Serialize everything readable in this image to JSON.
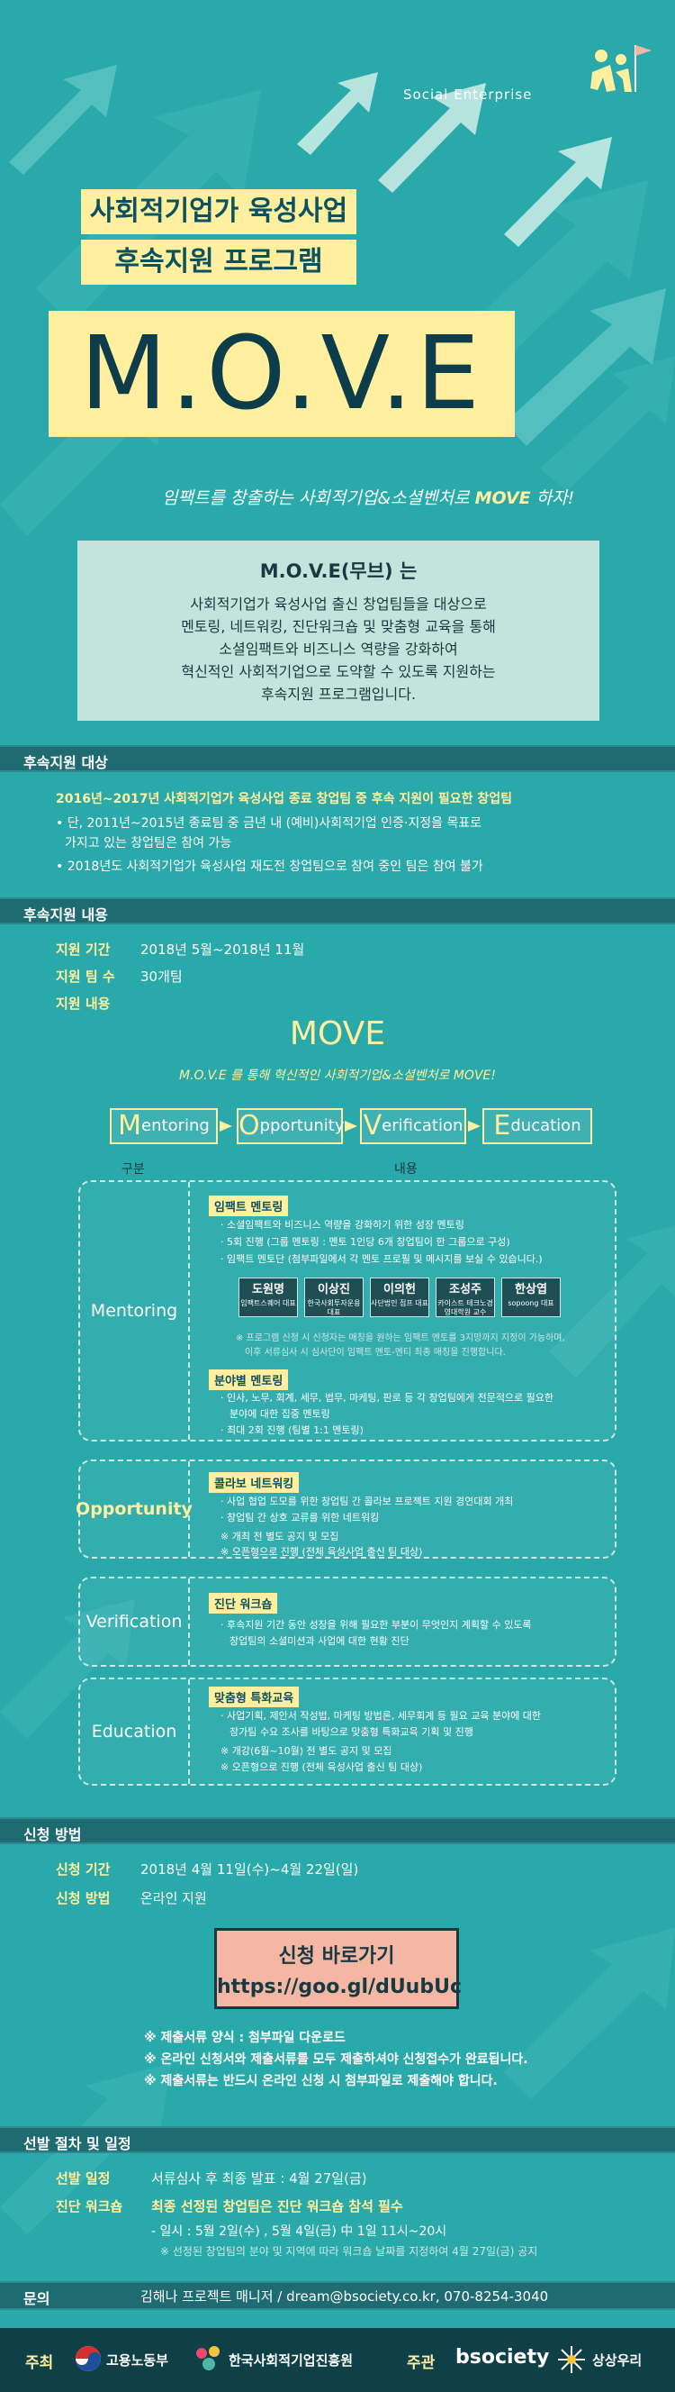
{
  "header": {
    "social_enterprise": "Social Enterprise",
    "title_line1": "사회적기업가 육성사업",
    "title_line2": "후속지원 프로그램",
    "program_name": "M.O.V.E",
    "slogan_prefix": "임팩트를 창출하는 사회적기업&소셜벤처로 ",
    "slogan_highlight": "MOVE",
    "slogan_suffix": " 하자!"
  },
  "intro": {
    "title": "M.O.V.E(무브) 는",
    "lines": [
      "사회적기업가 육성사업 출신 창업팀들을 대상으로",
      "멘토링, 네트워킹, 진단워크숍 및 맞춤형 교육을 통해",
      "소셜임팩트와 비즈니스 역량을 강화하여",
      "혁신적인 사회적기업으로 도약할 수 있도록 지원하는",
      "후속지원 프로그램입니다."
    ]
  },
  "target": {
    "heading": "후속지원 대상",
    "highlight": "2016년~2017년 사회적기업가 육성사업 종료 창업팀 중 후속 지원이 필요한 창업팀",
    "bullet1_line1": "• 단, 2011년~2015년 종료팀 중 금년 내 (예비)사회적기업 인증·지정을 목표로",
    "bullet1_line2": "가지고 있는 창업팀은 참여 가능",
    "bullet2": "• 2018년도 사회적기업가 육성사업 재도전 창업팀으로 참여 중인 팀은 참여 불가"
  },
  "content": {
    "heading": "후속지원 내용",
    "period_label": "지원 기간",
    "period_value": "2018년 5월~2018년 11월",
    "teams_label": "지원 팀 수",
    "teams_value": "30개팀",
    "details_label": "지원 내용"
  },
  "move_diagram": {
    "title": "MOVE",
    "subtitle": "M.O.V.E 를 통해 혁신적인 사회적기업&소셜벤처로 MOVE!",
    "boxes": [
      {
        "initial": "M",
        "rest": "entoring"
      },
      {
        "initial": "O",
        "rest": "pportunity"
      },
      {
        "initial": "V",
        "rest": "erification"
      },
      {
        "initial": "E",
        "rest": "ducation"
      }
    ],
    "col_category": "구분",
    "col_content": "내용"
  },
  "mentoring": {
    "label": "Mentoring",
    "impact_tag": "임팩트 멘토링",
    "impact_lines": [
      "· 소셜임팩트와 비즈니스 역량을 강화하기 위한 성장 멘토링",
      "· 5회 진행 (그룹 멘토링 : 멘토 1인당 6개 창업팀이 한 그룹으로 구성)",
      "· 임팩트 멘토단 (첨부파일에서 각 멘토 프로필 및 메시지를 보실 수 있습니다.)"
    ],
    "mentors": [
      {
        "name": "도원명",
        "desc": "임팩트스퀘어 대표"
      },
      {
        "name": "이상진",
        "desc": "한국사회투자운용 대표"
      },
      {
        "name": "이의헌",
        "desc": "사단법인 점프 대표"
      },
      {
        "name": "조성주",
        "desc": "카이스트 테크노경영대학원 교수"
      },
      {
        "name": "한상엽",
        "desc": "sopoong 대표"
      }
    ],
    "impact_note1": "※ 프로그램 신청 시 신청자는 매칭을 원하는 임팩트 멘토를 3지망까지 지정이 가능하며,",
    "impact_note2": "이후 서류심사 시 심사단이 임팩트 멘토-멘티 최종 매칭을 진행합니다.",
    "field_tag": "분야별 멘토링",
    "field_line1": "· 인사, 노무, 회계, 세무, 법무, 마케팅, 판로 등 각 창업팀에게 전문적으로 필요한",
    "field_line2": "분야에 대한 집중 멘토링",
    "field_line3": "· 최대 2회 진행 (팀별 1:1 멘토링)"
  },
  "opportunity": {
    "label": "Opportunity",
    "tag": "콜라보 네트워킹",
    "line1": "· 사업 협업 도모를 위한 창업팀 간 콜라보 프로젝트 지원 경연대회 개최",
    "line2": "· 창업팀 간 상호 교류를 위한 네트워킹",
    "note1": "※ 개최 전 별도 공지 및 모집",
    "note2": "※ 오픈형으로 진행 (전체 육성사업 출신 팀 대상)"
  },
  "verification": {
    "label": "Verification",
    "tag": "진단 워크숍",
    "line1": "· 후속지원 기간 동안 성장을 위해 필요한 부분이 무엇인지 계획할 수 있도록",
    "line2": "창업팀의 소셜미션과 사업에 대한 현황 진단"
  },
  "education": {
    "label": "Education",
    "tag": "맞춤형 특화교육",
    "line1": "· 사업기획, 제안서 작성법, 마케팅 방법론, 세무회계 등 필요 교육 분야에 대한",
    "line2": "참가팀 수요 조사를 바탕으로 맞춤형 특화교육 기획 및 진행",
    "note1": "※ 개강(6월~10월) 전 별도 공지 및 모집",
    "note2": "※ 오픈형으로 진행 (전체 육성사업 출신 팀 대상)"
  },
  "apply": {
    "heading": "신청 방법",
    "period_label": "신청 기간",
    "period_value": "2018년 4월 11일(수)~4월 22일(일)",
    "method_label": "신청 방법",
    "method_value": "온라인 지원",
    "button_line1": "신청 바로가기",
    "button_line2": "https://goo.gl/dUubUc",
    "note1": "※ 제출서류 양식 : 첨부파일 다운로드",
    "note2": "※ 온라인 신청서와 제출서류를 모두 제출하셔야 신청접수가 완료됩니다.",
    "note3": "※ 제출서류는 반드시 온라인 신청 시 첨부파일로 제출해야 합니다."
  },
  "selection": {
    "heading": "선발 절차 및 일정",
    "schedule_label": "선발 일정",
    "schedule_value": "서류심사 후 최종 발표 : 4월 27일(금)",
    "workshop_label": "진단 워크숍",
    "workshop_value": "최종 선정된 창업팀은 진단 워크숍 참석 필수",
    "workshop_dates": "- 일시 : 5월 2일(수) , 5월 4일(금) 中 1일 11시~20시",
    "workshop_note": "※ 선정된 창업팀의 분야 및 지역에 따라 워크숍 날짜를 지정하여 4월 27일(금) 공지"
  },
  "inquiry": {
    "label": "문의",
    "value": "김해나 프로젝트 매니저 / dream@bsociety.co.kr, 070-8254-3040"
  },
  "footer": {
    "host_label": "주최",
    "org1": "고용노동부",
    "org2": "한국사회적기업진흥원",
    "organizer_label": "주관",
    "org3": "bsociety",
    "org4": "상상우리"
  },
  "colors": {
    "background": "#2aa9aa",
    "accent_yellow": "#ffef9e",
    "dark_teal": "#0d3d4a",
    "section_bar": "#1f6b72",
    "button_pink": "#f3b7a4"
  }
}
